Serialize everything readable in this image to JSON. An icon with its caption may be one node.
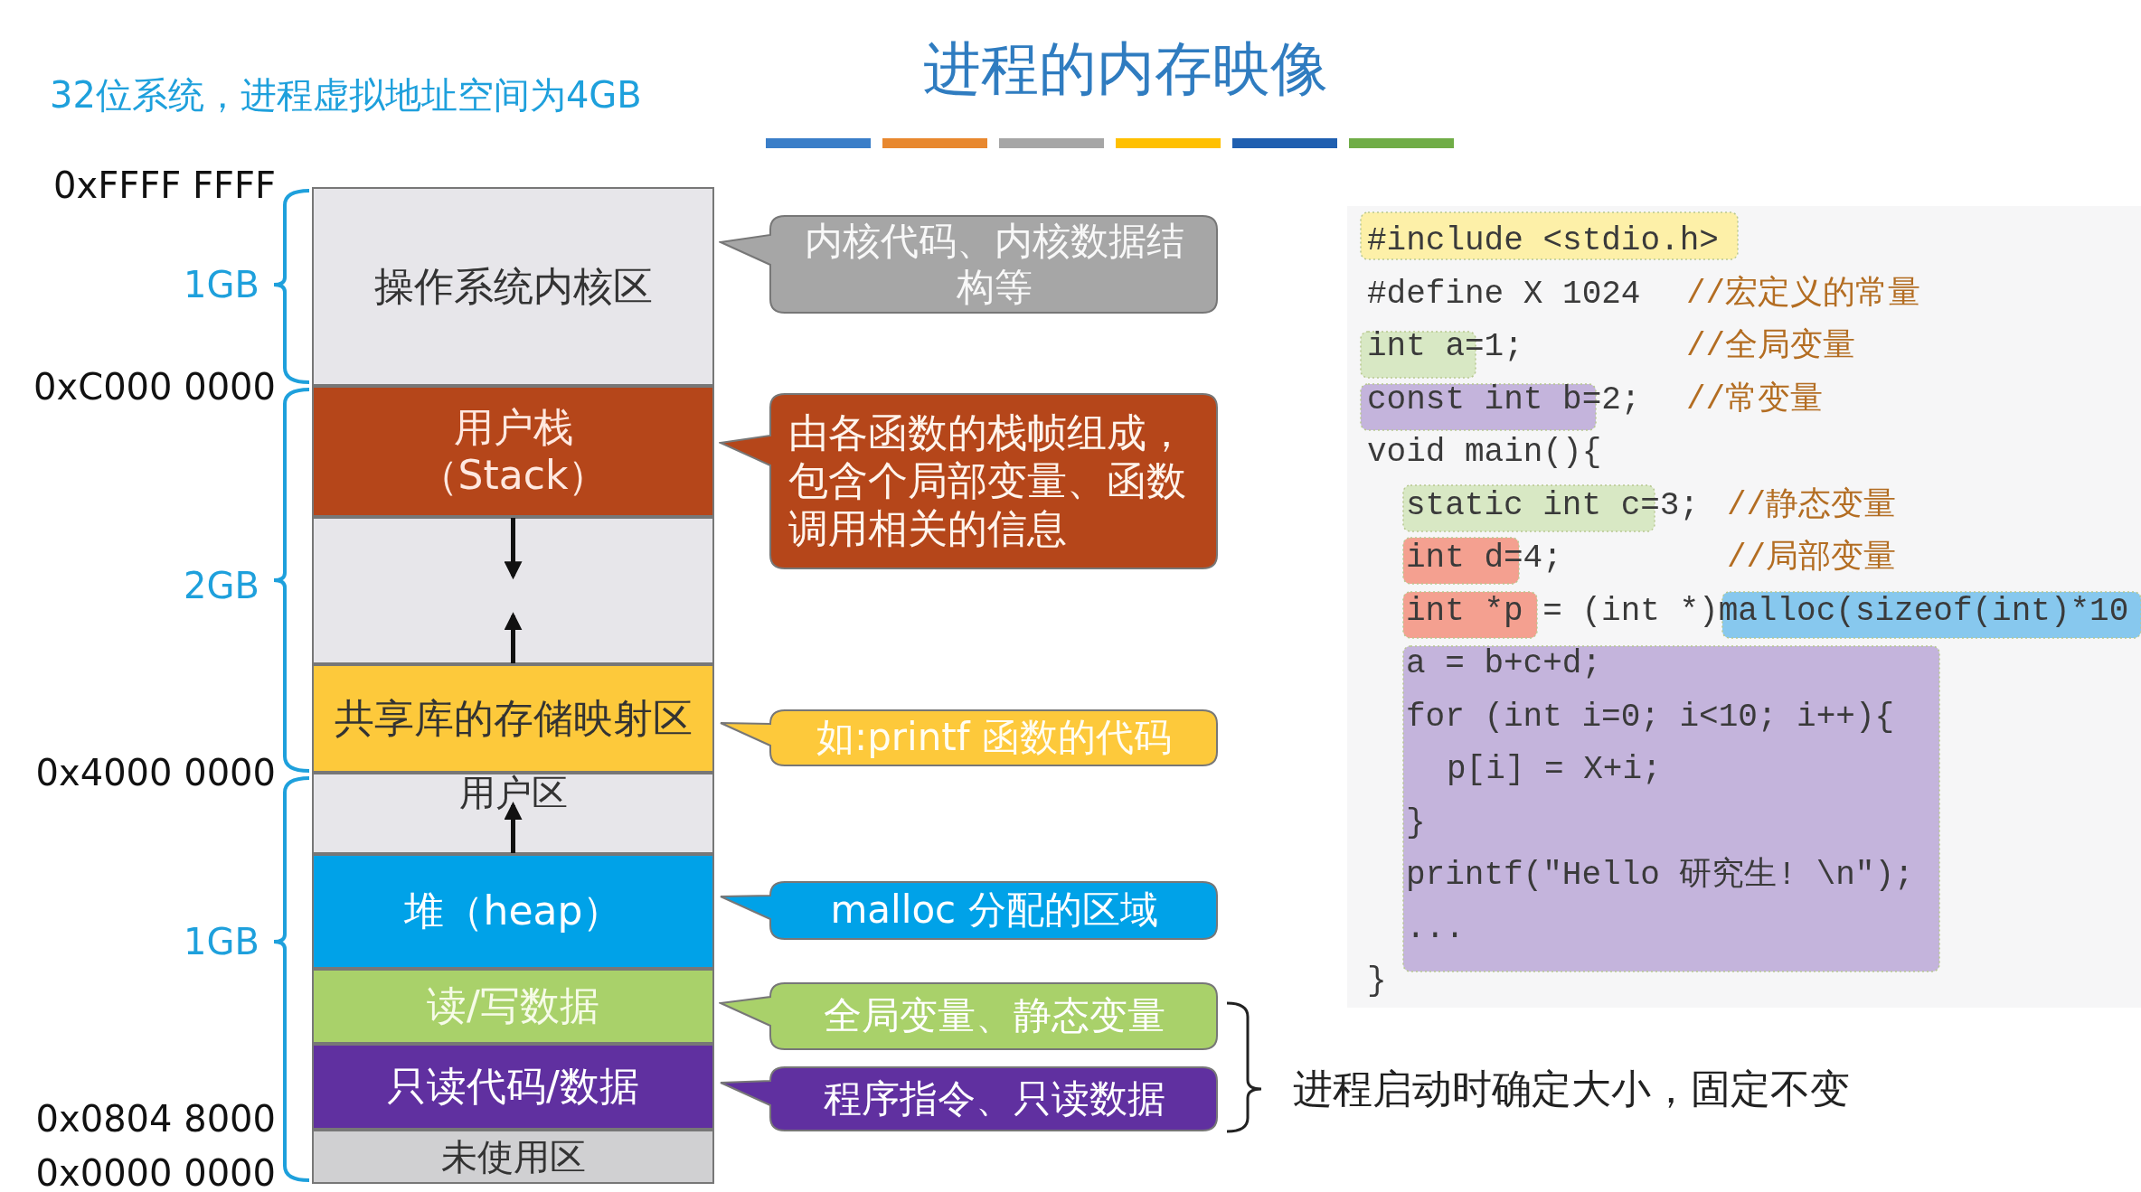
{
  "diagram": {
    "title": "进程的内存映像",
    "nodes": [
      {
        "text": [
          "操作系统内核区"
        ]
      },
      {
        "text": [
          "用户栈（Stack）"
        ]
      },
      {
        "text": [],
        "shape": "box"
      },
      {
        "text": [
          "共享库的存储映射区"
        ]
      },
      {
        "text": [
          "用户区"
        ]
      },
      {
        "text": [
          "堆（heap）"
        ]
      },
      {
        "text": [
          "读/写数据"
        ]
      },
      {
        "text": [
          "只读代码/数据"
        ]
      },
      {
        "text": [
          "未使用区"
        ]
      },
      {
        "text": [
          "内核代码、内核数据结构等"
        ]
      },
      {
        "text": [
          "由各函数的栈帧组成，包含个局部变量、函数调用相关的信息"
        ]
      },
      {
        "text": [
          "如:printf 函数的代码"
        ]
      },
      {
        "text": [
          "malloc 分配的区域"
        ]
      },
      {
        "text": [
          "全局变量、静态变量"
        ]
      },
      {
        "text": [
          "程序指令、只读数据"
        ]
      }
    ],
    "edges": [
      {
        "from": 1,
        "to": 2,
        "arrow": "to"
      },
      {
        "from": 3,
        "to": 2,
        "arrow": "to"
      },
      {
        "from": 5,
        "to": 4,
        "arrow": "to"
      }
    ],
    "labels": [
      "32位系统，进程虚拟地址空间为4GB",
      "0xFFFF FFFF",
      "1GB",
      "0xC000 0000",
      "2GB",
      "0x4000 0000",
      "1GB",
      "0x0804 8000",
      "0x0000 0000",
      "#include <stdio.h>",
      "#define X 1024",
      "//宏定义的常量",
      "int a=1;",
      "//全局变量",
      "const int b=2;",
      "//常变量",
      "void main(){",
      "static int c=3;",
      "//静态变量",
      "int d=4;",
      "//局部变量",
      "int *p = (int *)malloc(sizeof(int)*10",
      "a = b+c+d;",
      "for (int i=0; i<10; i++){",
      "p[i] = X+i;",
      "}",
      "printf(\"Hello 研究生! \\n\");",
      "...",
      "}",
      "进程启动时确定大小，固定不变"
    ]
  }
}
